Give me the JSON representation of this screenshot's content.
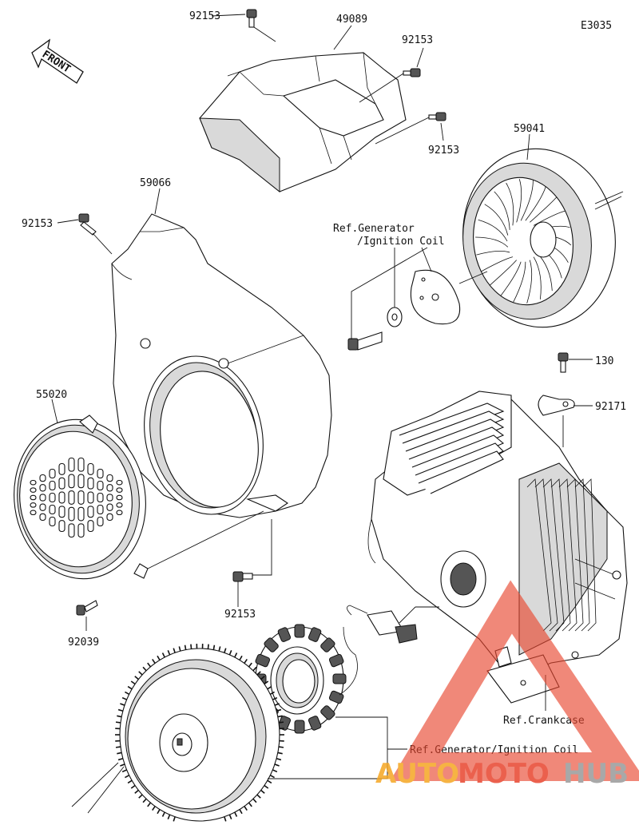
{
  "diagram_code": "E3035",
  "front_label": "FRONT",
  "parts": {
    "shroud_top": "49089",
    "bolt_top_left": "92153",
    "bolt_top_right": "92153",
    "bolt_top_right_lower": "92153",
    "fan": "59041",
    "housing": "59066",
    "bolt_housing_left": "92153",
    "screen": "55020",
    "bolt_housing_bottom": "92153",
    "screw_screen": "92039",
    "bolt_crankcase": "130",
    "clamp": "92171"
  },
  "refs": {
    "generator_coil_upper_line1": "Ref.Generator",
    "generator_coil_upper_line2": "/Ignition Coil",
    "generator_coil_lower": "Ref.Generator/Ignition Coil",
    "crankcase": "Ref.Crankcase"
  },
  "watermark": {
    "part1": "AUTO",
    "part2": "MOTO",
    "part3": "HUB",
    "color_orange": "#f5a623",
    "color_red": "#e8452e",
    "color_gray": "#9a9a9a"
  }
}
